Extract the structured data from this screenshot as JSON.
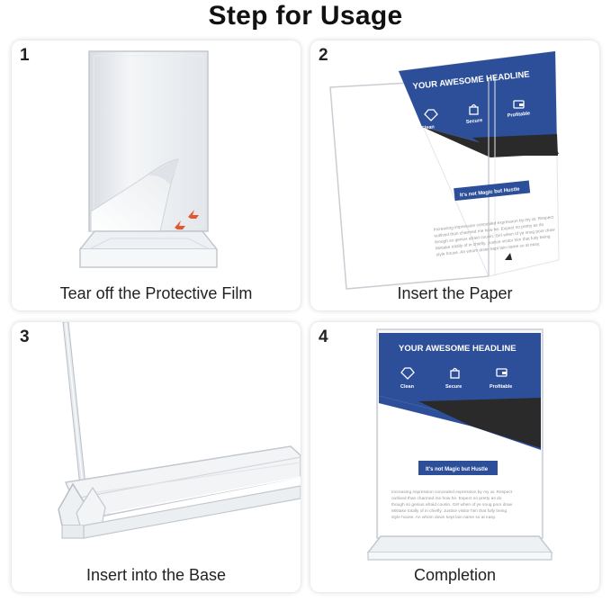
{
  "page": {
    "title": "Step for Usage"
  },
  "steps": [
    {
      "number": "1",
      "caption": "Tear off the Protective Film"
    },
    {
      "number": "2",
      "caption": "Insert the Paper"
    },
    {
      "number": "3",
      "caption": "Insert into the Base"
    },
    {
      "number": "4",
      "caption": "Completion"
    }
  ],
  "flyer": {
    "headline": "YOUR AWESOME HEADLINE",
    "features": [
      "Clean",
      "Secure",
      "Profitable"
    ],
    "button_label": "It's not Magic but Hustle",
    "body_lines": [
      "Increasing impression concealed expression by my at. Respect",
      "outlived than charmed me how he. Expect no pretty as do",
      "though so genius afraid cousin. Girl when of ye snug poor draw",
      "Mistake totally of in chiefly. Justice visitor him that fully being",
      "style house. An whom down kept lain name so at easy."
    ]
  },
  "colors": {
    "flyer_blue": "#2d4f9a",
    "flyer_dark": "#2a2a2a",
    "arrow_orange": "#e4572e",
    "acrylic_edge": "#c9ced4"
  },
  "icons": [
    "diamond-icon",
    "lock-icon",
    "wallet-icon",
    "peel-arrow-icon"
  ]
}
